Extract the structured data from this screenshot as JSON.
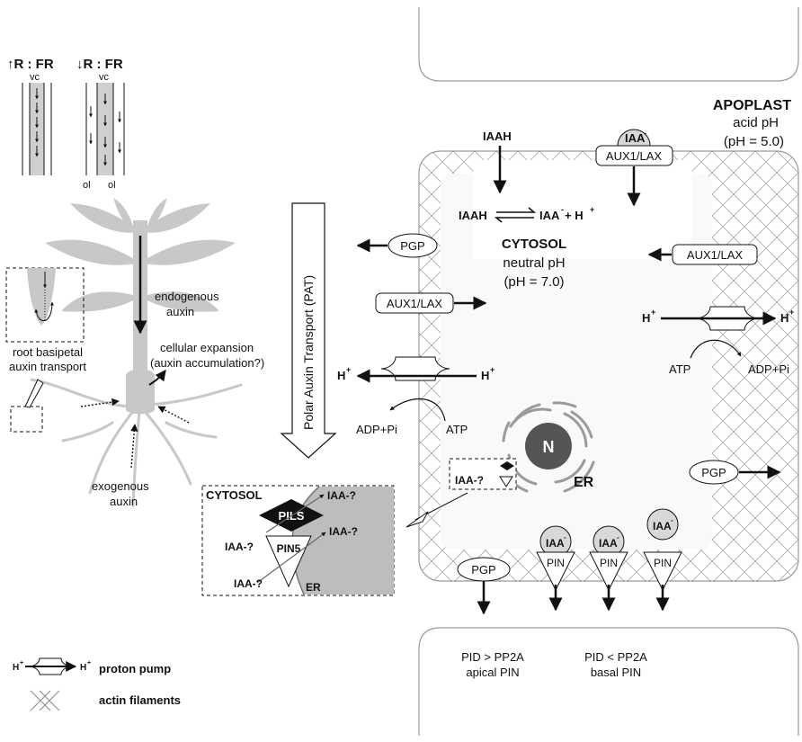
{
  "vessels": {
    "high_ratio": "↑R : FR",
    "low_ratio": "↓R : FR",
    "vc_left": "vc",
    "vc_right": "vc",
    "ol_1": "ol",
    "ol_2": "ol"
  },
  "plant": {
    "endogenous": [
      "endogenous",
      "auxin"
    ],
    "expansion": [
      "cellular expansion",
      "(auxin accumulation?)"
    ],
    "root_transport": [
      "root basipetal",
      "auxin transport"
    ],
    "exogenous": [
      "exogenous",
      "auxin"
    ]
  },
  "pat_label": "Polar Auxin Transport (PAT)",
  "apoplast": {
    "title": "APOPLAST",
    "line1": "acid pH",
    "line2": "(pH = 5.0)"
  },
  "cytosol": {
    "title": "CYTOSOL",
    "line1": "neutral pH",
    "line2": "(pH = 7.0)"
  },
  "cell": {
    "iaah": "IAAH",
    "eq_left": "IAAH",
    "eq_right": "IAA",
    "eq_sup": "-",
    "eq_plus": " + H",
    "eq_plus_sup": "+",
    "aux1_top": "AUX1/LAX",
    "aux1_right": "AUX1/LAX",
    "aux1_left": "AUX1/LAX",
    "iaa_ion": "IAA",
    "ion_sup": "-",
    "pgp_left": "PGP",
    "pgp_right": "PGP",
    "pgp_bottom": "PGP",
    "h_plus": "H",
    "plus_sup": "+",
    "atp": "ATP",
    "adp": "ADP+Pi",
    "nucleus": "N",
    "er": "ER",
    "iaa_q": "IAA-?",
    "pin": "PIN"
  },
  "inset": {
    "cytosol": "CYTOSOL",
    "pils": "PILS",
    "pin5": "PIN5",
    "iaa_q": "IAA-?",
    "er": "ER"
  },
  "bottom_cell": {
    "left_1": "PID > PP2A",
    "left_2": "apical PIN",
    "right_1": "PID < PP2A",
    "right_2": "basal PIN"
  },
  "legend": {
    "proton_pump": "proton pump",
    "actin": "actin filaments",
    "h_plus": "H",
    "plus_sup": "+"
  }
}
